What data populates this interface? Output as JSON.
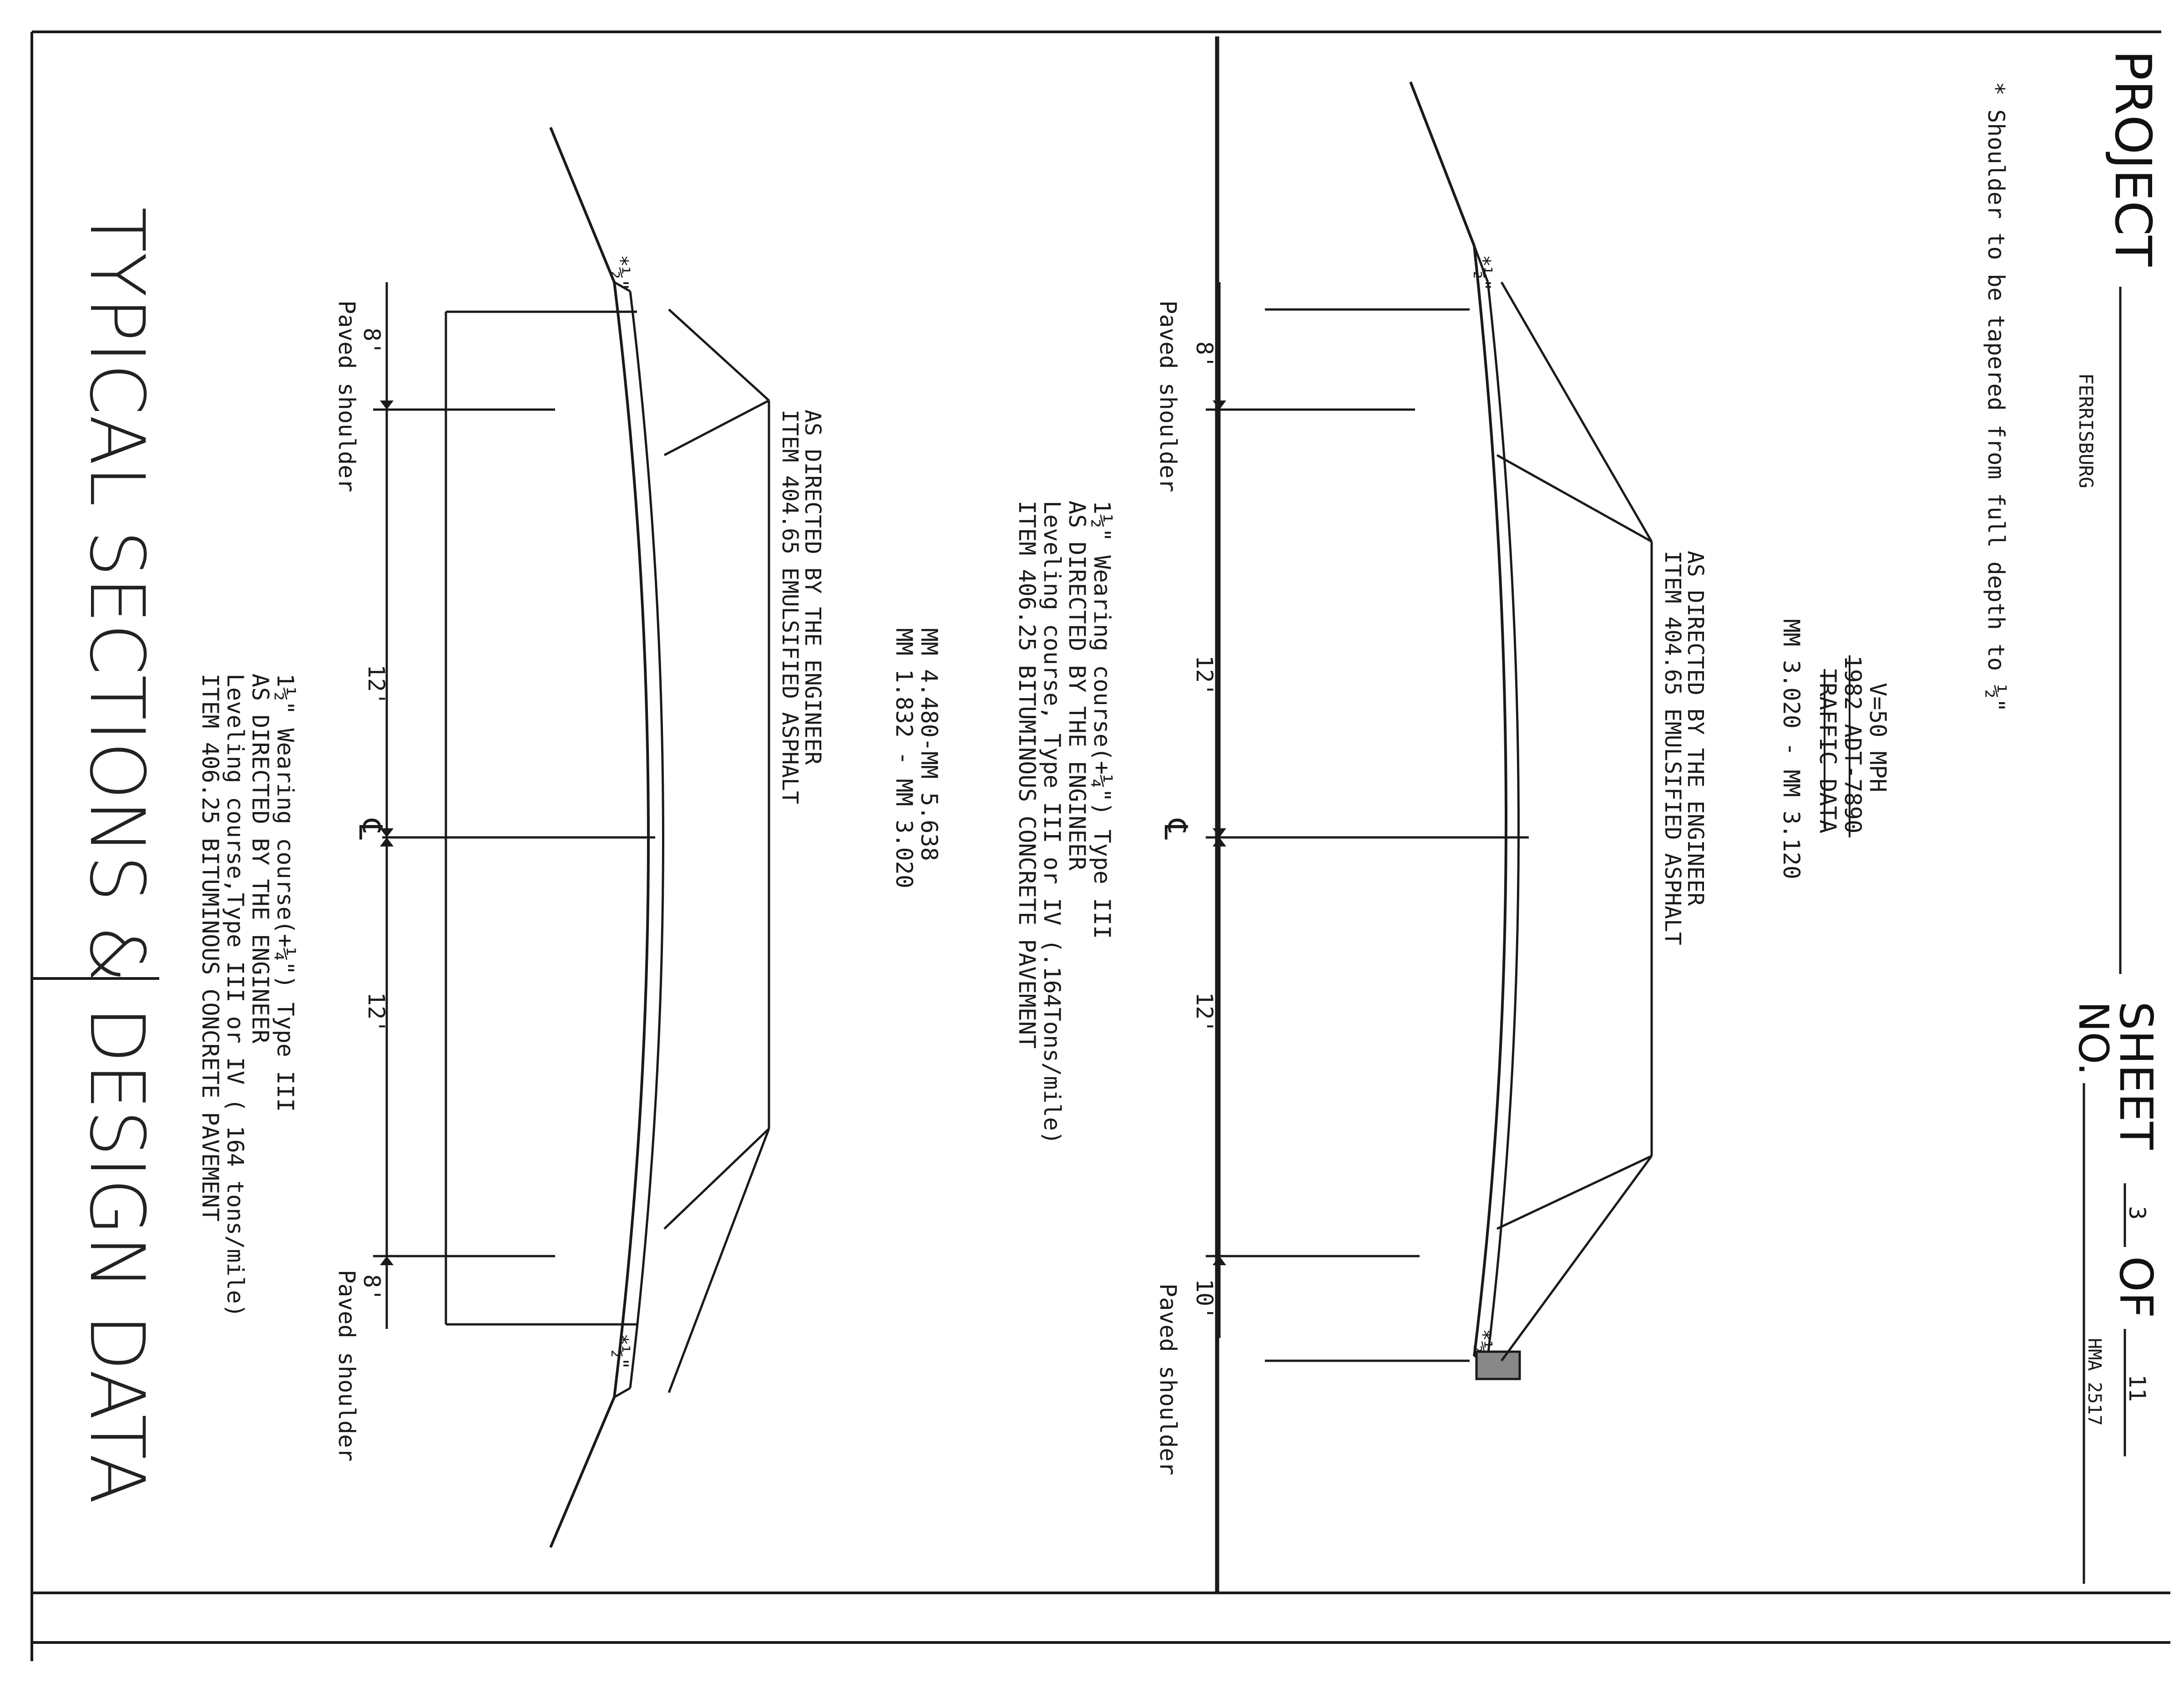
{
  "title": "TYPICAL SECTIONS & DESIGN DATA",
  "top_section": {
    "item_406_line1": "ITEM 406.25 BITUMINOUS CONCRETE PAVEMENT",
    "item_406_line2": "Leveling course,Type III or IV ( 164 tons/mile)",
    "item_406_line3": "AS DIRECTED BY THE ENGINEER",
    "item_406_line4": "1½\" Wearing course(+¼\") Type III",
    "item_404_line1": "ITEM 404.65 EMULSIFIED ASPHALT",
    "item_404_line2": "AS DIRECTED BY THE ENGINEER",
    "paved_shoulder_left": "Paved shoulder",
    "paved_shoulder_right": "Paved shoulder",
    "dim_left_shoulder": "8'",
    "dim_left_lane": "12'",
    "dim_right_lane": "12'",
    "dim_right_shoulder": "8'",
    "taper_left": "*½\"",
    "taper_right": "*½\"",
    "centerline": "℄",
    "mm_line1": "MM 1.832 - MM 3.020",
    "mm_line2": "MM 4.480-MM 5.638"
  },
  "bottom_section": {
    "item_406_line1": "ITEM 406.25 BITUMINOUS CONCRETE PAVEMENT",
    "item_406_line2": "Leveling course, Type III or IV (.164Tons/mile)",
    "item_406_line3": "AS DIRECTED BY THE ENGINEER",
    "item_406_line4": "1½\" Wearing course(+¼\") Type III",
    "item_404_line1": "ITEM 404.65 EMULSIFIED ASPHALT",
    "item_404_line2": "AS DIRECTED BY THE ENGINEER",
    "paved_shoulder_left": "Paved shoulder",
    "paved_shoulder_right": "Paved shoulder",
    "dim_left_shoulder": "8'",
    "dim_left_lane": "12'",
    "dim_right_lane": "12'",
    "dim_right_shoulder": "10'",
    "taper_left": "*½\"",
    "taper_right": "*½\"",
    "centerline": "℄",
    "mm_line1": "MM 3.020 - MM 3.120",
    "traffic_title": "TRAFFIC DATA",
    "traffic_adt": "1982 ADT-7890",
    "traffic_speed": "V=50 MPH"
  },
  "footnote": "* Shoulder to be tapered from full depth to ½\"",
  "title_block": {
    "project_label": "PROJECT",
    "project_name": "FERRISBURG",
    "no_label": "NO.",
    "no_value": "HMA 2517",
    "sheet_label": "SHEET",
    "sheet_number": "3",
    "of_label": "OF",
    "sheet_total": "11"
  }
}
